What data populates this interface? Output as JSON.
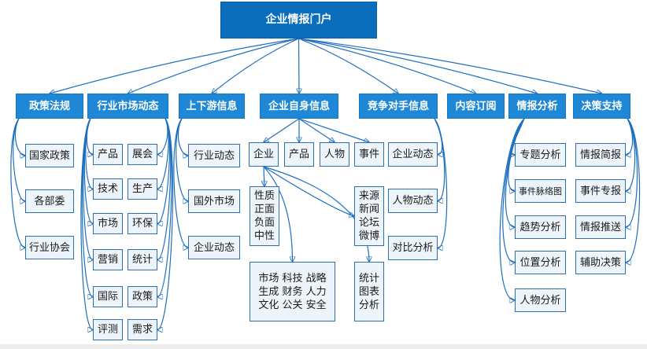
{
  "root": "企业情报门户",
  "categories": [
    {
      "id": "policy",
      "label": "政策法规"
    },
    {
      "id": "market",
      "label": "行业市场动态"
    },
    {
      "id": "chain",
      "label": "上下游信息"
    },
    {
      "id": "self",
      "label": "企业自身信息"
    },
    {
      "id": "competitor",
      "label": "竞争对手信息"
    },
    {
      "id": "subscribe",
      "label": "内容订阅"
    },
    {
      "id": "analysis",
      "label": "情报分析"
    },
    {
      "id": "decision",
      "label": "决策支持"
    }
  ],
  "policy_items": [
    "国家政策",
    "各部委",
    "行业协会"
  ],
  "market_items": [
    "产品",
    "展会",
    "技术",
    "生产",
    "市场",
    "环保",
    "营销",
    "统计",
    "国际",
    "政策",
    "评测",
    "需求"
  ],
  "chain_items": [
    "行业动态",
    "国外市场",
    "企业动态"
  ],
  "self_items": [
    "企业",
    "产品",
    "人物",
    "事件"
  ],
  "self_details": [
    "性质\n正面\n负面\n中性",
    "市场 科技 战略\n生成 财务 人力\n文化 公关 安全",
    "统计\n图表\n分析",
    "来源\n新闻\n论坛\n微博"
  ],
  "competitor_items": [
    "企业动态",
    "人物动态",
    "对比分析"
  ],
  "analysis_items": [
    "专题分析",
    "事件脉络图",
    "趋势分析",
    "位置分析",
    "人物分析"
  ],
  "decision_items": [
    "情报简报",
    "事件专报",
    "情报推送",
    "辅助决策"
  ],
  "colors": {
    "root": "#0a6ebd",
    "category": "#1e88d6",
    "leaf_border": "#2b6fb6",
    "connector": "#1f6fc0"
  }
}
